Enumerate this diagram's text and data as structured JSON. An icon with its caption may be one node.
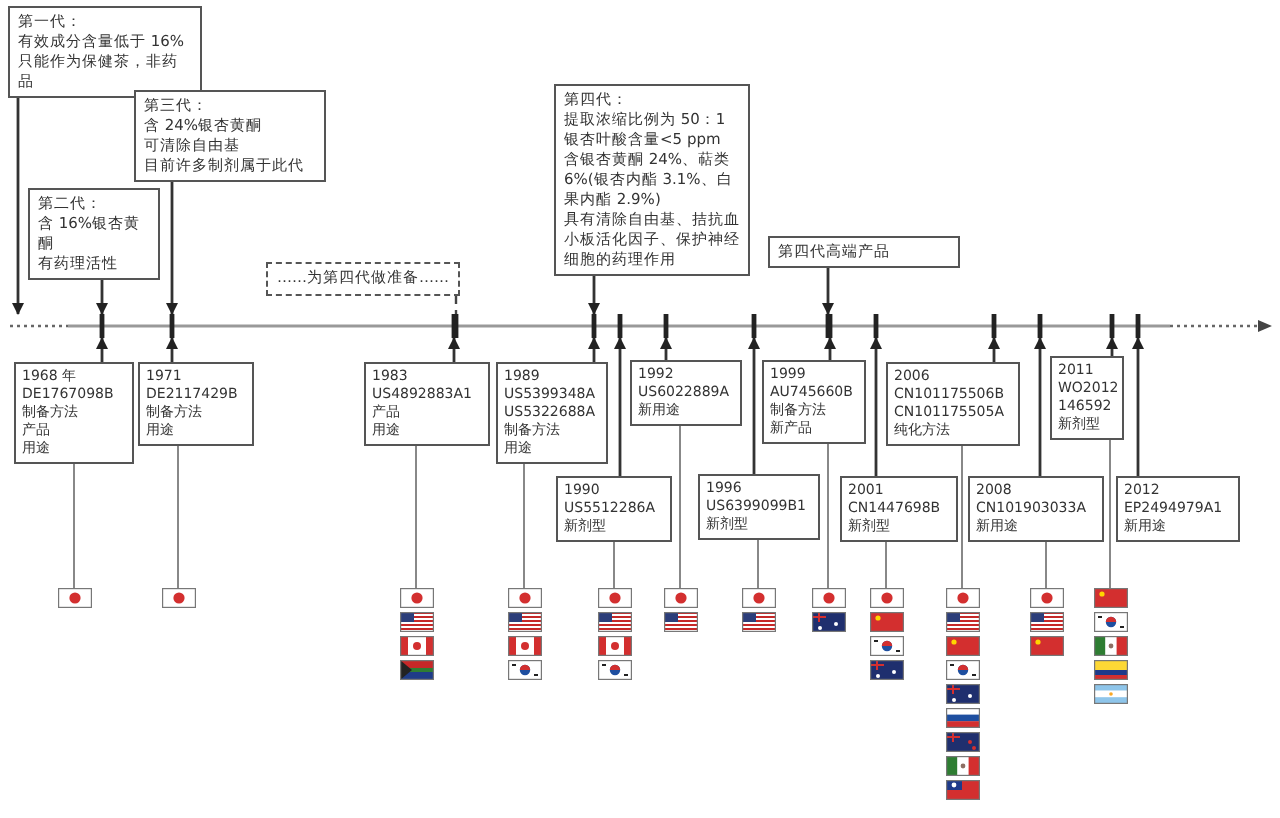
{
  "diagram": {
    "nodes": [
      {
        "text": [
          "第一代：",
          "有效成分含量低于 16%",
          "只能作为保健茶，非药品"
        ]
      },
      {
        "text": [
          "第二代：",
          "含 16%银杏黄酮",
          "有药理活性"
        ]
      },
      {
        "text": [
          "第三代：",
          "含 24%银杏黄酮",
          "可清除自由基",
          "目前许多制剂属于此代"
        ]
      },
      {
        "text": [
          "……为第四代做准备……"
        ]
      },
      {
        "text": [
          "第四代：",
          "提取浓缩比例为 50：1",
          "银杏叶酸含量<5 ppm",
          "含银杏黄酮 24%、萜类6%(银杏内酯 3.1%、白果内酯 2.9%)",
          "具有清除自由基、拮抗血小板活化因子、保护神经细胞的药理作用"
        ]
      },
      {
        "text": [
          "第四代高端产品"
        ]
      },
      {
        "text": [
          "1968 年",
          "DE1767098B",
          "制备方法",
          "产品",
          "用途"
        ]
      },
      {
        "text": [
          "1971",
          "DE2117429B",
          "制备方法",
          "用途"
        ]
      },
      {
        "text": [
          "1983",
          "US4892883A1",
          "产品",
          "用途"
        ]
      },
      {
        "text": [
          "1989",
          "US5399348A",
          "US5322688A",
          "制备方法",
          "用途"
        ]
      },
      {
        "text": [
          "1990",
          "US5512286A",
          "新剂型"
        ]
      },
      {
        "text": [
          "1992",
          "US6022889A",
          "新用途"
        ]
      },
      {
        "text": [
          "1996",
          "US6399099B1",
          "新剂型"
        ]
      },
      {
        "text": [
          "1999",
          "AU745660B",
          "制备方法",
          "新产品"
        ]
      },
      {
        "text": [
          "2001",
          "CN1447698B",
          "新剂型"
        ]
      },
      {
        "text": [
          "2006",
          "CN101175506B",
          "CN101175505A",
          "纯化方法"
        ]
      },
      {
        "text": [
          "2008",
          "CN101903033A",
          "新用途"
        ]
      },
      {
        "text": [
          "2011",
          "WO2012 146592",
          "新剂型"
        ]
      },
      {
        "text": [
          "2012",
          "EP2494979A1",
          "新用途"
        ]
      },
      {
        "text": [],
        "shape": "picture"
      },
      {
        "text": [],
        "shape": "picture"
      },
      {
        "text": [],
        "shape": "picture"
      },
      {
        "text": [],
        "shape": "picture"
      },
      {
        "text": [],
        "shape": "picture"
      },
      {
        "text": [],
        "shape": "picture"
      },
      {
        "text": [],
        "shape": "picture"
      },
      {
        "text": [],
        "shape": "picture"
      },
      {
        "text": [],
        "shape": "picture"
      },
      {
        "text": [],
        "shape": "picture"
      },
      {
        "text": [],
        "shape": "picture"
      },
      {
        "text": [],
        "shape": "picture"
      },
      {
        "text": [],
        "shape": "bar"
      }
    ],
    "edges": [
      {
        "from": 0,
        "to": 31,
        "arrow": "to"
      },
      {
        "from": 1,
        "to": 31,
        "arrow": "to"
      },
      {
        "from": 2,
        "to": 31,
        "arrow": "to"
      },
      {
        "from": 3,
        "to": 31,
        "arrow": "none",
        "style": "dashed"
      },
      {
        "from": 4,
        "to": 31,
        "arrow": "to"
      },
      {
        "from": 5,
        "to": 31,
        "arrow": "to"
      },
      {
        "from": 6,
        "to": 31,
        "arrow": "to"
      },
      {
        "from": 7,
        "to": 31,
        "arrow": "to"
      },
      {
        "from": 8,
        "to": 31,
        "arrow": "to"
      },
      {
        "from": 9,
        "to": 31,
        "arrow": "to"
      },
      {
        "from": 10,
        "to": 31,
        "arrow": "to"
      },
      {
        "from": 11,
        "to": 31,
        "arrow": "to"
      },
      {
        "from": 12,
        "to": 31,
        "arrow": "to"
      },
      {
        "from": 13,
        "to": 31,
        "arrow": "to"
      },
      {
        "from": 14,
        "to": 31,
        "arrow": "to"
      },
      {
        "from": 15,
        "to": 31,
        "arrow": "to"
      },
      {
        "from": 16,
        "to": 31,
        "arrow": "to"
      },
      {
        "from": 17,
        "to": 31,
        "arrow": "to"
      },
      {
        "from": 18,
        "to": 31,
        "arrow": "to"
      },
      {
        "from": 6,
        "to": 19,
        "arrow": "none"
      },
      {
        "from": 7,
        "to": 20,
        "arrow": "none"
      },
      {
        "from": 8,
        "to": 21,
        "arrow": "none"
      },
      {
        "from": 9,
        "to": 22,
        "arrow": "none"
      },
      {
        "from": 10,
        "to": 23,
        "arrow": "none"
      },
      {
        "from": 11,
        "to": 24,
        "arrow": "none"
      },
      {
        "from": 12,
        "to": 25,
        "arrow": "none"
      },
      {
        "from": 13,
        "to": 26,
        "arrow": "none"
      },
      {
        "from": 14,
        "to": 27,
        "arrow": "none"
      },
      {
        "from": 15,
        "to": 28,
        "arrow": "none"
      },
      {
        "from": 16,
        "to": 29,
        "arrow": "none"
      },
      {
        "from": 17,
        "to": 30,
        "arrow": "none"
      }
    ]
  }
}
